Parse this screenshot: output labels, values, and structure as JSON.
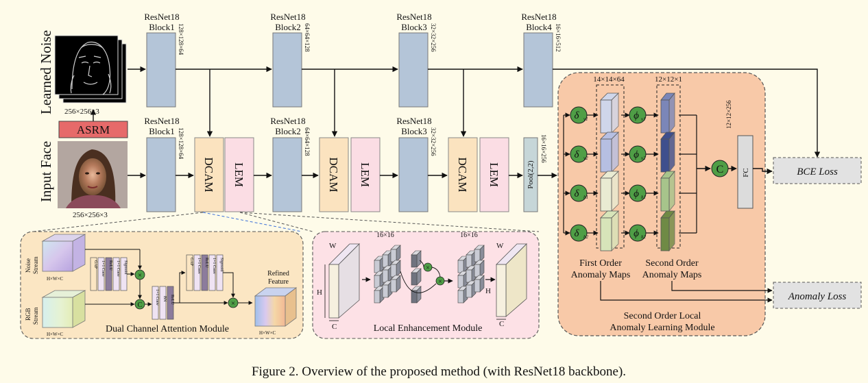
{
  "caption": "Figure 2. Overview of the proposed method (with ResNet18 backbone).",
  "inputs": {
    "noise_label": "Learned Noise",
    "face_label": "Input Face",
    "noise_dims": "256×256×3",
    "face_dims": "256×256×3",
    "asrm": "ASRM"
  },
  "blocks": {
    "b1_title": "ResNet18",
    "b1_sub": "Block1",
    "b2_title": "ResNet18",
    "b2_sub": "Block2",
    "b3_title": "ResNet18",
    "b3_sub": "Block3",
    "b4_title": "ResNet18",
    "b4_sub": "Block4",
    "d1": "128×128×64",
    "d2": "64×64×128",
    "d3": "32×32×256",
    "d4": "16×16×512",
    "d5": "16×16×256"
  },
  "modules": {
    "dcam": "DCAM",
    "lem": "LEM",
    "pool": "Pool(2,2)",
    "fc": "FC",
    "fc_dims": "12×12×256",
    "bce_loss": "BCE Loss",
    "anomaly_loss": "Anomaly Loss"
  },
  "solal": {
    "title_line1": "Second Order Local",
    "title_line2": "Anomaly Learning Module",
    "first_line1": "First Order",
    "first_line2": "Anomaly Maps",
    "second_line1": "Second Order",
    "second_line2": "Anomaly Maps",
    "dims_first": "14×14×64",
    "dims_second": "12×12×1",
    "concat": "C",
    "delta": [
      "δ",
      "δ",
      "δ",
      "δ"
    ],
    "delta_sub": [
      "v1",
      "v2",
      "h1",
      "h2"
    ],
    "phi": [
      "ϕ",
      "ϕ",
      "ϕ",
      "ϕ"
    ],
    "phi_sub": [
      "v1",
      "v2",
      "h1",
      "h2"
    ]
  },
  "dcam_detail": {
    "title": "Dual Channel Attention Module",
    "noise_stream": [
      "Noise",
      "Stream"
    ],
    "rgb_stream": [
      "RGB",
      "Stream"
    ],
    "hwc": "H×W×C",
    "refined": [
      "Refined",
      "Feature"
    ],
    "gap": "GAP",
    "conv": "1×1 Conv",
    "relu": "ReLU",
    "sigmoid": "Sigmoid",
    "bn": "BN",
    "concat": "C",
    "times": "×"
  },
  "lem_detail": {
    "title": "Local Enhancement Module",
    "w": "W",
    "h": "H",
    "c": "C",
    "grid": "16×16",
    "times": "×"
  },
  "colors": {
    "background": "#fefbe9",
    "block_blue": "#b4c5d8",
    "dcam_fill": "#fbe3bf",
    "lem_fill": "#fbdde4",
    "asrm_fill": "#e66a6a",
    "solal_fill": "#f8c9a8",
    "dcam_panel": "#fbe6c3",
    "lem_panel": "#fde1e6",
    "circle_green": "#4f9e46",
    "loss_fill": "#e2e2e2"
  }
}
